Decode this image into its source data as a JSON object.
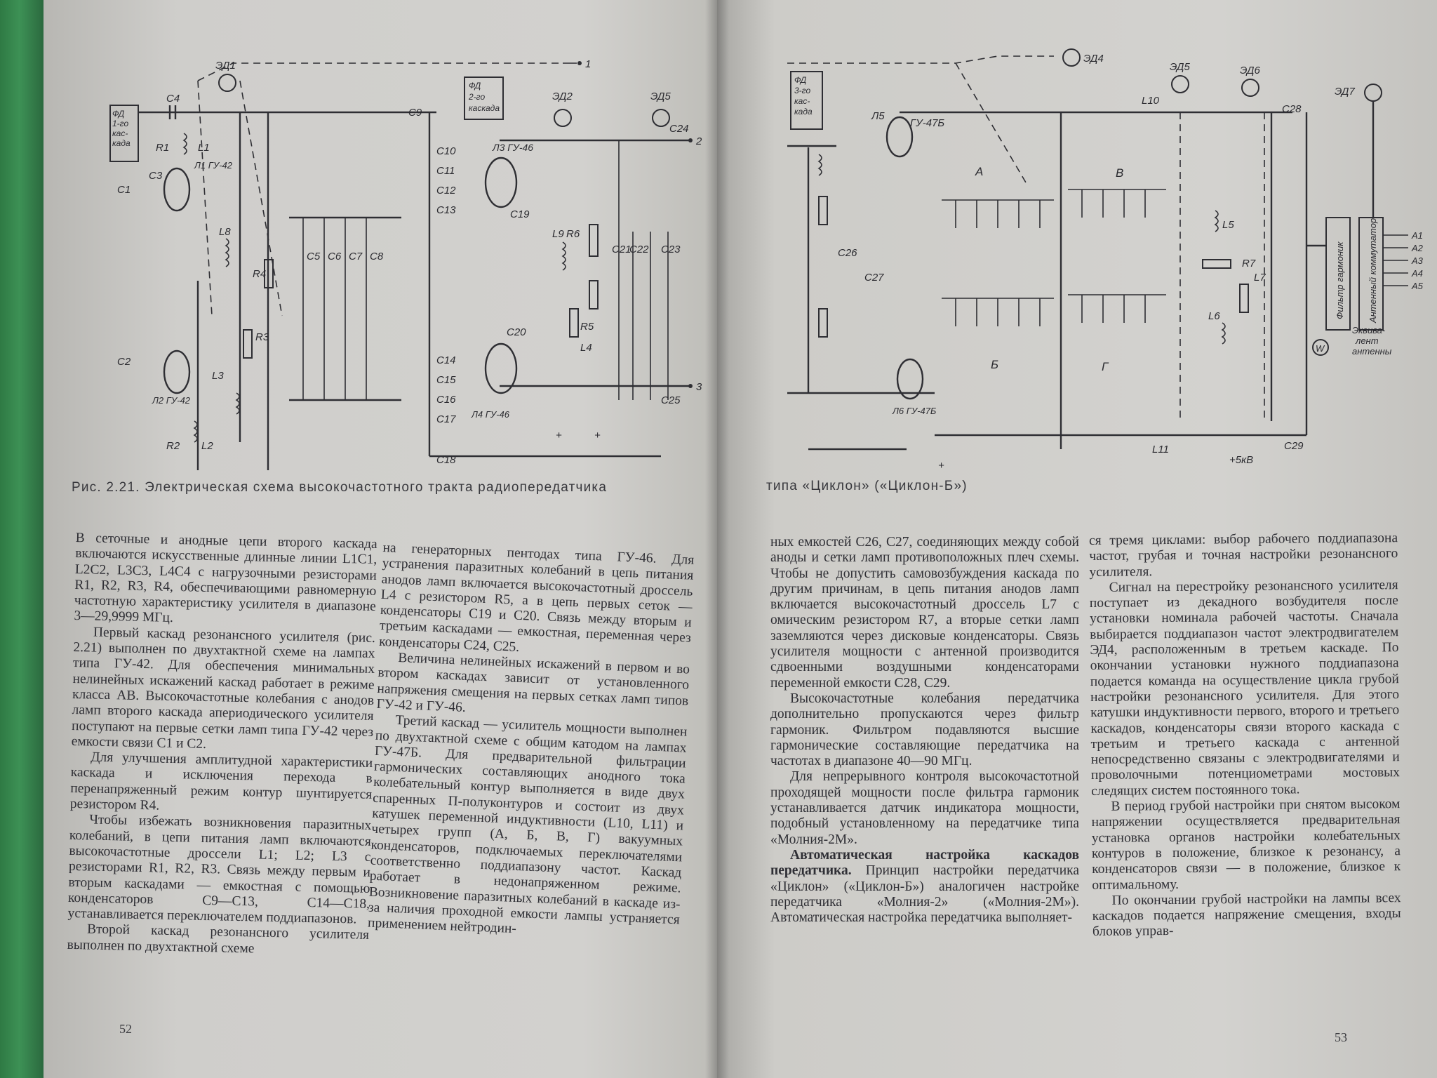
{
  "figure": {
    "caption_left": "Рис. 2.21. Электрическая схема высокочастотного тракта радиопередатчика",
    "caption_right": "типа «Циклон» («Циклон-Б»)",
    "left_labels": {
      "ed1": "ЭД1",
      "ed2": "ЭД2",
      "ed5": "ЭД5",
      "fd1": "ФД\n1-го\nкас-\nкада",
      "fd2": "ФД\n2-го\nкаскада",
      "c4": "C4",
      "c9": "C9",
      "c24": "C24",
      "c25": "C25",
      "c3": "C3",
      "c1": "C1",
      "c2": "C2",
      "c10": "C10",
      "c11": "C11",
      "c12": "C12",
      "c13": "C13",
      "c14": "C14",
      "c15": "C15",
      "c16": "C16",
      "c17": "C17",
      "c18": "C18",
      "c5": "C5",
      "c6": "C6",
      "c7": "C7",
      "c8": "C8",
      "c19": "C19",
      "c20": "C20",
      "c21": "C21",
      "c22": "C22",
      "c23": "C23",
      "l1": "L1",
      "l2": "L2",
      "l3": "L3",
      "l4": "L4",
      "l8": "L8",
      "l9": "L9",
      "r1": "R1",
      "r2": "R2",
      "r3": "R3",
      "r4": "R4",
      "r5": "R5",
      "r6": "R6",
      "lamp1": "Л1\nГУ-42",
      "lamp2": "Л2\nГУ-42",
      "lamp3": "Л3 ГУ-46",
      "lamp4": "Л4\nГУ-46",
      "out1": "1",
      "out2": "2",
      "out3": "3",
      "plus": "+"
    },
    "right_labels": {
      "ed4": "ЭД4",
      "ed5": "ЭД5",
      "ed6": "ЭД6",
      "ed7": "ЭД7",
      "fd3": "ФД\n3-го\nкас-\nкада",
      "l5a": "Л5",
      "gu47a": "ГУ-47Б",
      "l6lamp": "Л6\nГУ-47Б",
      "l10": "L10",
      "l11": "L11",
      "c26": "C26",
      "c27": "C27",
      "c28": "C28",
      "c29": "C29",
      "grpA": "А",
      "grpB": "Б",
      "grpV": "В",
      "grpG": "Г",
      "l5": "L5",
      "l6": "L6",
      "l7": "L7",
      "r7": "R7",
      "filter": "Фильтр гармоник",
      "commutator": "Антенный коммутатор",
      "equiv": "Эквива-\nлент\nантенны",
      "w": "W",
      "a1": "A1",
      "a2": "A2",
      "a3": "A3",
      "a4": "A4",
      "a5": "A5",
      "hv": "+5кВ",
      "plus": "+"
    }
  },
  "left_page": {
    "col1": [
      "В сеточные и анодные цепи второго каскада включаются искусственные длинные линии L1C1, L2C2, L3C3, L4C4 с нагрузочными резисторами R1, R2, R3, R4, обеспечивающими равномерную частотную характеристику усилителя в диапазоне 3—29,9999 МГц.",
      "Первый каскад резонансного усилителя (рис. 2.21) выполнен по двухтактной схеме на лампах типа ГУ-42. Для обеспечения минимальных нелинейных искажений каскад работает в режиме класса АВ. Высокочастотные колебания с анодов ламп второго каскада апериодического усилителя поступают на первые сетки ламп типа ГУ-42 через емкости связи С1 и С2.",
      "Для улучшения амплитудной характеристики каскада и исключения перехода в перенапряженный режим контур шунтируется резистором R4.",
      "Чтобы избежать возникновения паразитных колебаний, в цепи питания ламп включаются высокочастотные дроссели L1; L2; L3 с резисторами R1, R2, R3. Связь между первым и вторым каскадами — емкостная с помощью конденсаторов С9—С13, С14—С18, устанавливается переключателем поддиапазонов.",
      "Второй каскад резонансного усилителя выполнен по двухтактной схеме"
    ],
    "col2": [
      "на генераторных пентодах типа ГУ-46. Для устранения паразитных колебаний в цепь питания анодов ламп включается высокочастотный дроссель L4 с резистором R5, а в цепь первых сеток — конденсаторы С19 и С20. Связь между вторым и третьим каскадами — емкостная, переменная через конденсаторы С24, С25.",
      "Величина нелинейных искажений в первом и во втором каскадах зависит от установленного напряжения смещения на первых сетках ламп типов ГУ-42 и ГУ-46.",
      "Третий каскад — усилитель мощности выполнен по двухтактной схеме с общим катодом на лампах ГУ-47Б. Для предварительной фильтрации гармонических составляющих анодного тока колебательный контур выполняется в виде двух спаренных П-полуконтуров и состоит из двух катушек переменной индуктивности (L10, L11) и четырех групп (А, Б, В, Г) вакуумных конденсаторов, подключаемых переключателями соответственно поддиапазону частот. Каскад работает в недонапряженном режиме. Возникновение паразитных колебаний в каскаде из-за наличия проходной емкости лампы устраняется применением нейтродин-"
    ],
    "page_number": "52"
  },
  "right_page": {
    "col1": [
      "ных емкостей С26, С27, соединяющих между собой аноды и сетки ламп противоположных плеч схемы. Чтобы не допустить самовозбуждения каскада по другим причинам, в цепь питания анодов ламп включается высокочастотный дроссель L7 с омическим резистором R7, а вторые сетки ламп заземляются через дисковые конденсаторы. Связь усилителя мощности с антенной производится сдвоенными воздушными конденсаторами переменной емкости С28, С29.",
      "Высокочастотные колебания передатчика дополнительно пропускаются через фильтр гармоник. Фильтром подавляются высшие гармонические составляющие передатчика на частотах в диапазоне 40—90 МГц.",
      "Для непрерывного контроля высокочастотной проходящей мощности после фильтра гармоник устанавливается датчик индикатора мощности, подобный установленному на передатчике типа «Молния-2М»."
    ],
    "col1_heading": "Автоматическая настройка каскадов передатчика.",
    "col1_heading_text": "Принцип настройки передатчика «Циклон» («Циклон-Б») аналогичен настройке передатчика «Молния-2» («Молния-2М»). Автоматическая настройка передатчика выполняет-",
    "col2": [
      "ся тремя циклами: выбор рабочего поддиапазона частот, грубая и точная настройки резонансного усилителя.",
      "Сигнал на перестройку резонансного усилителя поступает из декадного возбудителя после установки номинала рабочей частоты. Сначала выбирается поддиапазон частот электродвигателем ЭД4, расположенным в третьем каскаде. По окончании установки нужного поддиапазона подается команда на осуществление цикла грубой настройки резонансного усилителя. Для этого катушки индуктивности первого, второго и третьего каскадов, конденсаторы связи второго каскада с третьим и третьего каскада с антенной непосредственно связаны с электродвигателями и проволочными потенциометрами мостовых следящих систем постоянного тока.",
      "В период грубой настройки при снятом высоком напряжении осуществляется предварительная установка органов настройки колебательных контуров в положение, близкое к резонансу, а конденсаторов связи — в положение, близкое к оптимальному.",
      "По окончании грубой настройки на лампы всех каскадов подается напряжение смещения, входы блоков управ-"
    ],
    "page_number": "53"
  }
}
